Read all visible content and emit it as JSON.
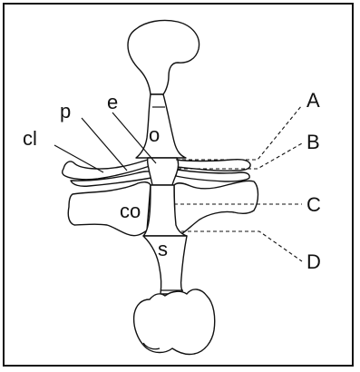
{
  "labels": {
    "o": "o",
    "e": "e",
    "p": "p",
    "cl": "cl",
    "co": "co",
    "s": "s",
    "A": "A",
    "B": "B",
    "C": "C",
    "D": "D"
  }
}
